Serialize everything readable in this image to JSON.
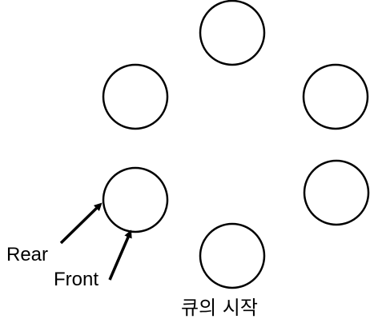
{
  "diagram": {
    "slots": [
      {
        "id": "slot-1"
      },
      {
        "id": "slot-2"
      },
      {
        "id": "slot-3"
      },
      {
        "id": "slot-4"
      },
      {
        "id": "slot-5"
      },
      {
        "id": "slot-6"
      }
    ],
    "labels": {
      "rear": "Rear",
      "front": "Front",
      "start": "큐의 시작"
    },
    "colors": {
      "stroke": "#000000",
      "fill": "#ffffff",
      "text": "#000000"
    }
  }
}
